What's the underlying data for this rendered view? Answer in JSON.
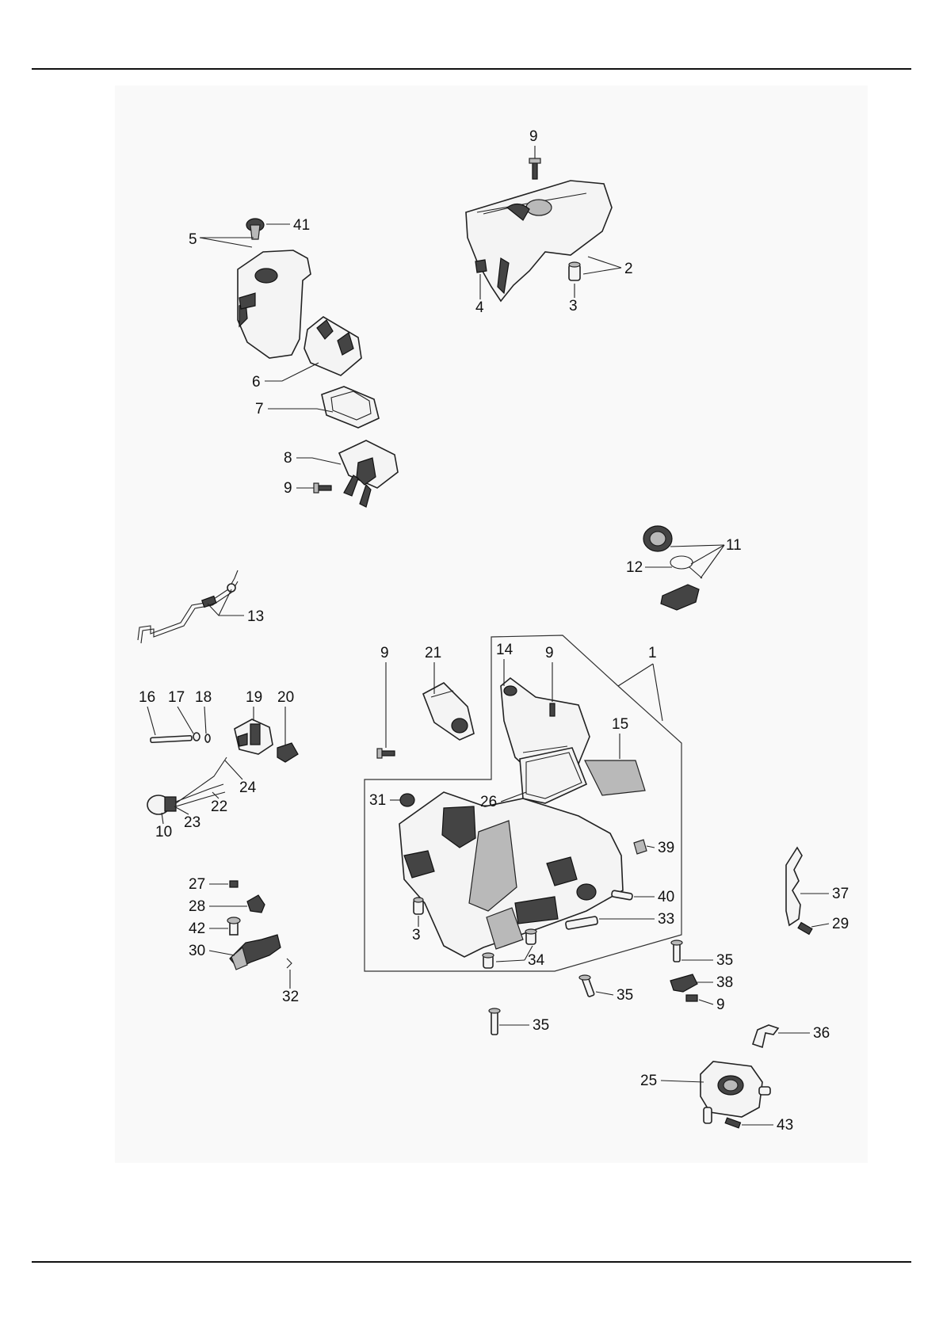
{
  "page": {
    "background": "#ffffff",
    "panel_tint": "#f9f9f9",
    "ink": "#111111"
  },
  "diagram": {
    "callouts": {
      "c1": "1",
      "c2": "2",
      "c3a": "3",
      "c3b": "3",
      "c4": "4",
      "c5": "5",
      "c6": "6",
      "c7": "7",
      "c8": "8",
      "c9a": "9",
      "c9b": "9",
      "c9c": "9",
      "c9d": "9",
      "c9e": "9",
      "c10": "10",
      "c11": "11",
      "c12": "12",
      "c13": "13",
      "c14": "14",
      "c15": "15",
      "c16": "16",
      "c17": "17",
      "c18": "18",
      "c19": "19",
      "c20": "20",
      "c21": "21",
      "c22": "22",
      "c23": "23",
      "c24": "24",
      "c25": "25",
      "c26": "26",
      "c27": "27",
      "c28": "28",
      "c29": "29",
      "c30": "30",
      "c31": "31",
      "c32": "32",
      "c33": "33",
      "c34": "34",
      "c35a": "35",
      "c35b": "35",
      "c35c": "35",
      "c36": "36",
      "c37": "37",
      "c38": "38",
      "c39": "39",
      "c40": "40",
      "c41": "41",
      "c42": "42",
      "c43": "43"
    }
  }
}
